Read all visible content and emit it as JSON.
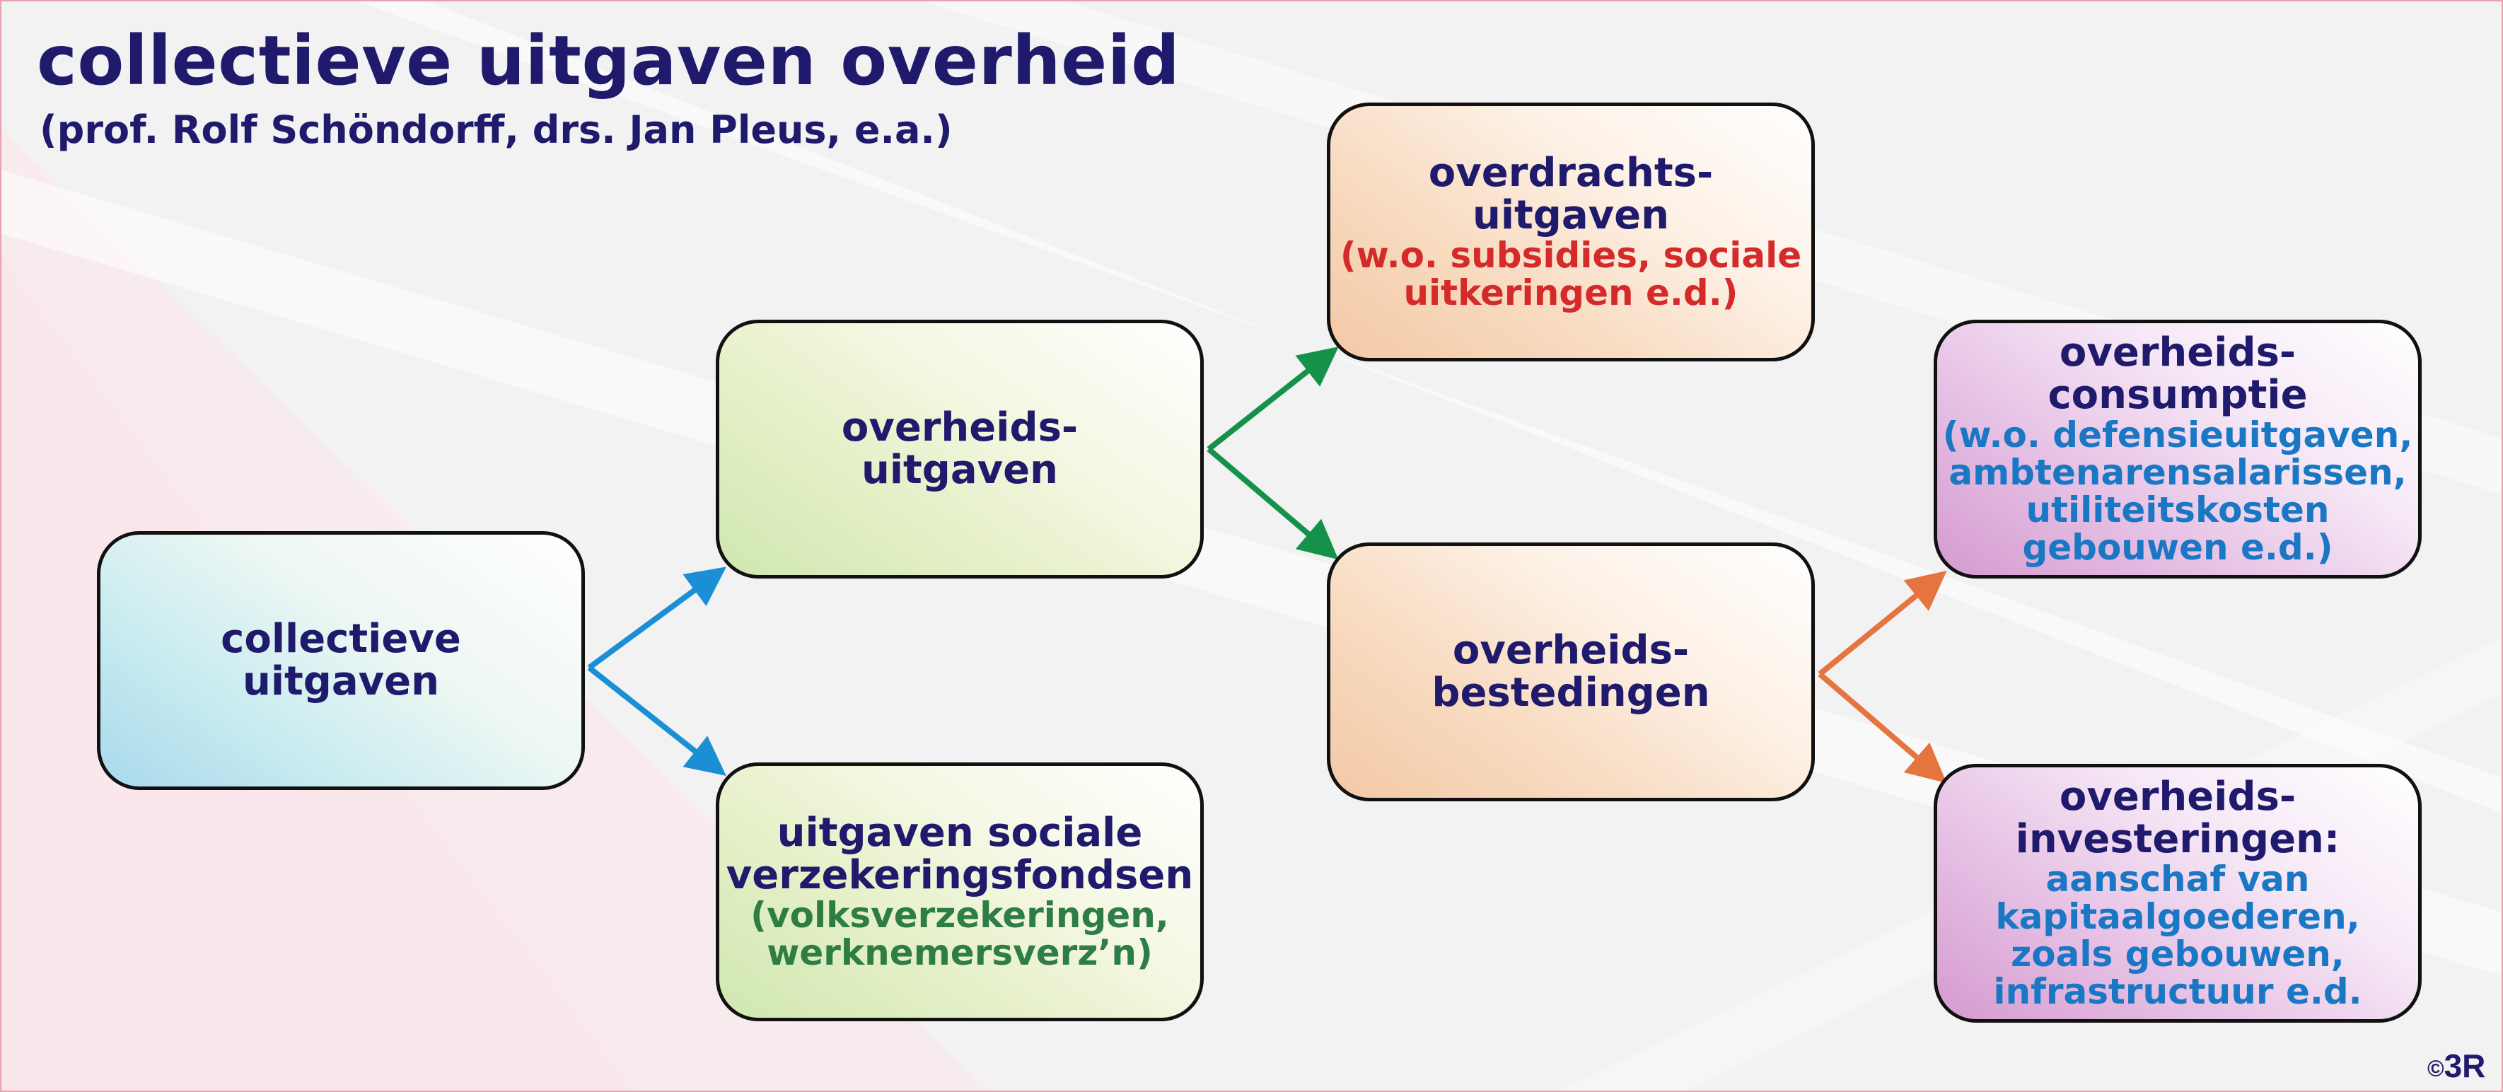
{
  "header": {
    "title": "collectieve uitgaven overheid",
    "subtitle": "(prof. Rolf Schöndorff, drs. Jan Pleus, e.a.)"
  },
  "boxes": {
    "collectieve_uitgaven": {
      "lines": [
        "collectieve",
        "uitgaven"
      ]
    },
    "overheidsuitgaven": {
      "lines": [
        "overheids-",
        "uitgaven"
      ]
    },
    "uitgaven_sociale": {
      "lines": [
        "uitgaven sociale",
        "verzekeringsfondsen"
      ],
      "sub": [
        "(volksverzekeringen,",
        "werknemersverz’n)"
      ]
    },
    "overdrachtsuitgaven": {
      "lines": [
        "overdrachts-",
        "uitgaven"
      ],
      "sub": [
        "(w.o. subsidies, sociale",
        "uitkeringen e.d.)"
      ]
    },
    "overheidsbestedingen": {
      "lines": [
        "overheids-",
        "bestedingen"
      ]
    },
    "overheidsconsumptie": {
      "lines": [
        "overheids-",
        "consumptie"
      ],
      "sub": [
        "(w.o. defensieuitgaven,",
        "ambtenarensalarissen,",
        "utiliteitskosten",
        "gebouwen e.d.)"
      ]
    },
    "overheidsinvesteringen": {
      "lines": [
        "overheids-",
        "investeringen:"
      ],
      "sub": [
        "aanschaf van",
        "kapitaalgoederen,",
        "zoals gebouwen,",
        "infrastructuur e.d."
      ]
    }
  },
  "colors": {
    "title": "#1f1a6b",
    "arrow_blue": "#1a8fd6",
    "arrow_green": "#14924a",
    "arrow_orange": "#e6743f",
    "sub_red": "#d42a2a",
    "sub_blue": "#1a77c4",
    "sub_green": "#2d7d45"
  },
  "copyright": {
    "symbol": "©",
    "mark": "3R"
  }
}
